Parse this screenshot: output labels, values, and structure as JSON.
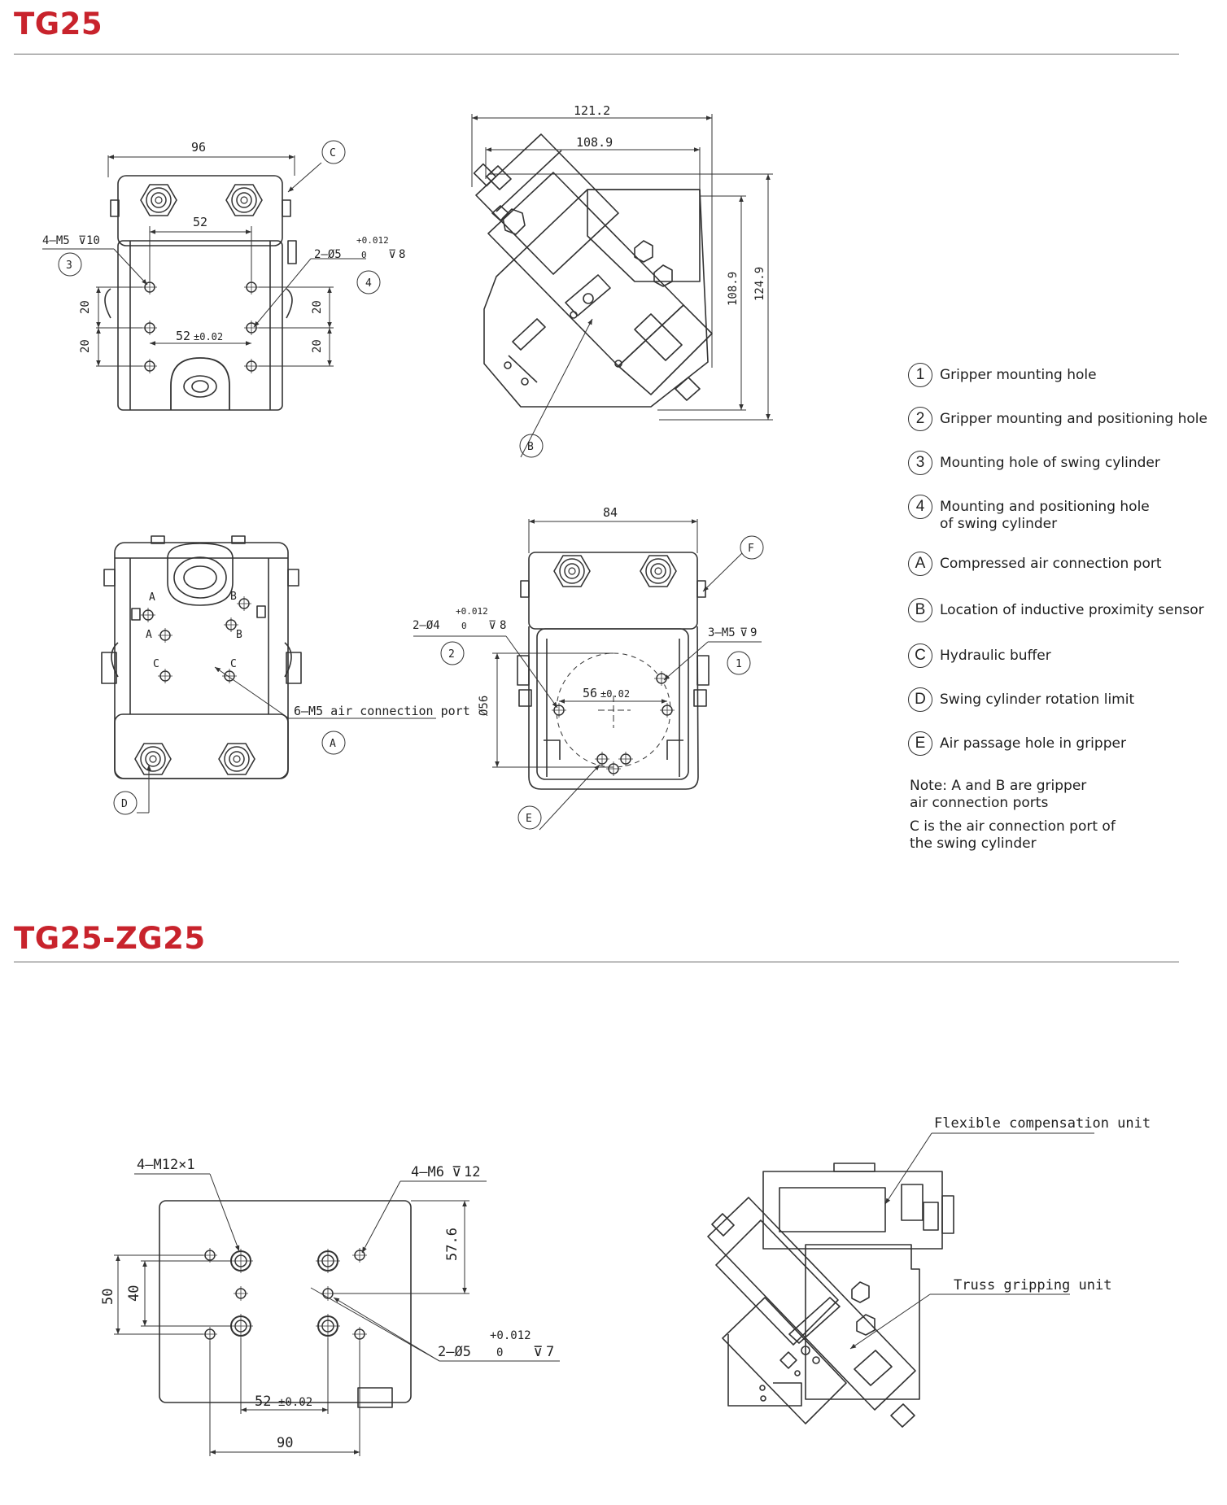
{
  "sections": {
    "tg25_title": "TG25",
    "tg25zg25_title": "TG25-ZG25"
  },
  "colors": {
    "accent": "#c8232c",
    "line": "#333333",
    "rule": "#6a6a6a"
  },
  "tg25_dims": {
    "d96": "96",
    "c_label": "C",
    "d52": "52",
    "d4m5": "4—M5",
    "d10": "10",
    "c3": "3",
    "d2phi5": "2—Ø5",
    "tol_up": "+0.012",
    "tol_zero": "0",
    "d8": "8",
    "c4": "4",
    "d20a": "20",
    "d20b": "20",
    "d20c": "20",
    "d20d": "20",
    "d52tol": "52",
    "pm002": "±0.02",
    "d121": "121.2",
    "d108w": "108.9",
    "d108h": "108.9",
    "d124": "124.9",
    "b_label": "B",
    "a_sm": "A",
    "b_sm": "B",
    "a_sm2": "A",
    "b_sm2": "B",
    "c_sm": "C",
    "c_sm2": "C",
    "d6m5": "6—M5 air connection port",
    "a_label": "A",
    "d_label": "D",
    "d84": "84",
    "f_label": "F",
    "d2phi4": "2—Ø4",
    "tol_up2": "+0.012",
    "tol_zero2": "0",
    "d8b": "8",
    "c2": "2",
    "d3m5": "3—M5",
    "d9": "9",
    "c1": "1",
    "d56tol": "56",
    "pm002b": "±0.02",
    "dphi56": "Ø56",
    "e_label": "E"
  },
  "legend": [
    {
      "badge": "1",
      "text": "Gripper mounting hole"
    },
    {
      "badge": "2",
      "text": "Gripper mounting and positioning hole"
    },
    {
      "badge": "3",
      "text": "Mounting hole of swing cylinder"
    },
    {
      "badge": "4",
      "text": "Mounting and positioning hole of swing cylinder"
    },
    {
      "badge": "A",
      "text": "Compressed air connection port"
    },
    {
      "badge": "B",
      "text": "Location of inductive proximity sensor"
    },
    {
      "badge": "C",
      "text": "Hydraulic buffer"
    },
    {
      "badge": "D",
      "text": "Swing cylinder rotation limit"
    },
    {
      "badge": "E",
      "text": "Air passage hole in gripper"
    }
  ],
  "notes": {
    "note1": "Note: A and B are gripper air connection ports",
    "note2": "C is the air connection port of the swing cylinder"
  },
  "zg_dims": {
    "m12": "4—M12×1",
    "m6": "4—M6",
    "d12": "12",
    "d57": "57.6",
    "d50": "50",
    "d40": "40",
    "d2phi5": "2—Ø5",
    "tol_up": "+0.012",
    "tol_zero": "0",
    "d7": "7",
    "d52": "52",
    "pm002": "±0.02",
    "d90": "90",
    "flex": "Flexible compensation unit",
    "truss": "Truss gripping unit"
  },
  "icons": [
    "depth-symbol-icon",
    "diameter-symbol-icon",
    "callout-circle-icon"
  ]
}
